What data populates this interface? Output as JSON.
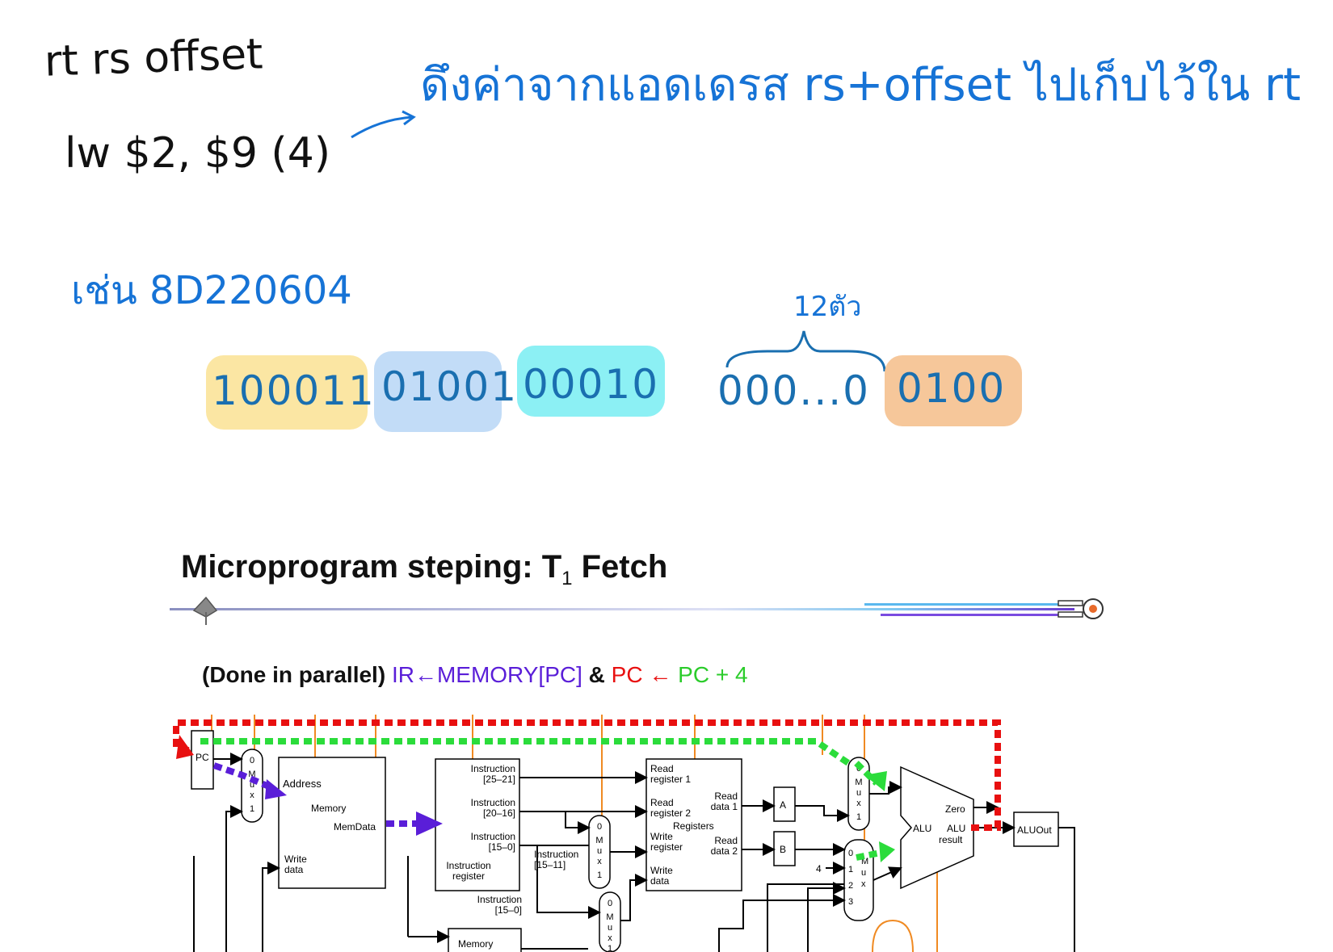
{
  "notes": {
    "fields": "rt rs offset",
    "instruction": "lw $2, $9 (4)",
    "explanation": "ดึงค่าจากแอดเดรส rs+offset ไปเก็บไว้ใน rt",
    "example": "เช่น 8D220604",
    "brace_label": "12ตัว",
    "bits": {
      "opcode": "100011",
      "rs": "01001",
      "rt": "00010",
      "zeros": "000...0",
      "offset": "0100"
    },
    "highlight_colors": {
      "opcode": "#fbe6a3",
      "rs": "#c2dcf7",
      "rt": "#8cf0f4",
      "offset": "#f6c79a"
    }
  },
  "slide": {
    "title_main": "Microprogram steping: T",
    "title_sub": "1",
    "title_end": " Fetch",
    "parallel": {
      "prefix": "(Done in parallel) ",
      "ir": "IR←MEMORY[PC]",
      "amp": " & ",
      "pc": "PC ←",
      "pc4": " PC + 4",
      "colors": {
        "ir": "#5a1ed8",
        "pc": "#e81010",
        "pc4": "#2bcc2b"
      }
    },
    "diagram": {
      "pc": "PC",
      "mux": [
        "0",
        "M",
        "u",
        "x",
        "1"
      ],
      "mux_alu_b": [
        "0",
        "1",
        "2",
        "3"
      ],
      "address": "Address",
      "memory": "Memory",
      "memdata": "MemData",
      "write_data": [
        "Write",
        "data"
      ],
      "instr_2521": [
        "Instruction",
        "[25–21]"
      ],
      "instr_2016": [
        "Instruction",
        "[20–16]"
      ],
      "instr_150": [
        "Instruction",
        "[15–0]"
      ],
      "instr_register": [
        "Instruction",
        "register"
      ],
      "instr_1511": [
        "Instruction",
        "[15–11]"
      ],
      "instr_150b": [
        "Instruction",
        "[15–0]"
      ],
      "read_reg1": [
        "Read",
        "register 1"
      ],
      "read_reg2": [
        "Read",
        "register 2"
      ],
      "registers": "Registers",
      "write_register": [
        "Write",
        "register"
      ],
      "write_data_reg": [
        "Write",
        "data"
      ],
      "read_data1": [
        "Read",
        "data 1"
      ],
      "read_data2": [
        "Read",
        "data 2"
      ],
      "reg_a": "A",
      "reg_b": "B",
      "four": "4",
      "alu": "ALU",
      "zero": "Zero",
      "alu_result": [
        "ALU",
        "result"
      ],
      "aluout": "ALUOut",
      "memory_data_reg": "Memory"
    }
  }
}
